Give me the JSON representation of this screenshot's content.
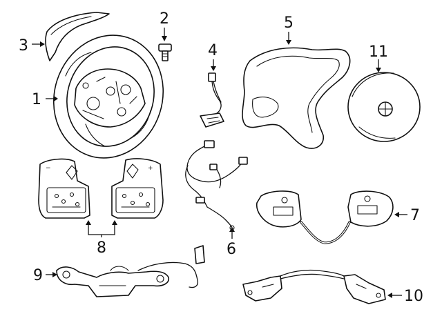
{
  "callouts": {
    "c1": "1",
    "c2": "2",
    "c3": "3",
    "c4": "4",
    "c5": "5",
    "c6": "6",
    "c7": "7",
    "c8": "8",
    "c9": "9",
    "c10": "10",
    "c11": "11"
  },
  "paddle_signs": {
    "minus": "−",
    "plus": "+"
  },
  "colors": {
    "line": "#111111",
    "background": "#ffffff"
  }
}
